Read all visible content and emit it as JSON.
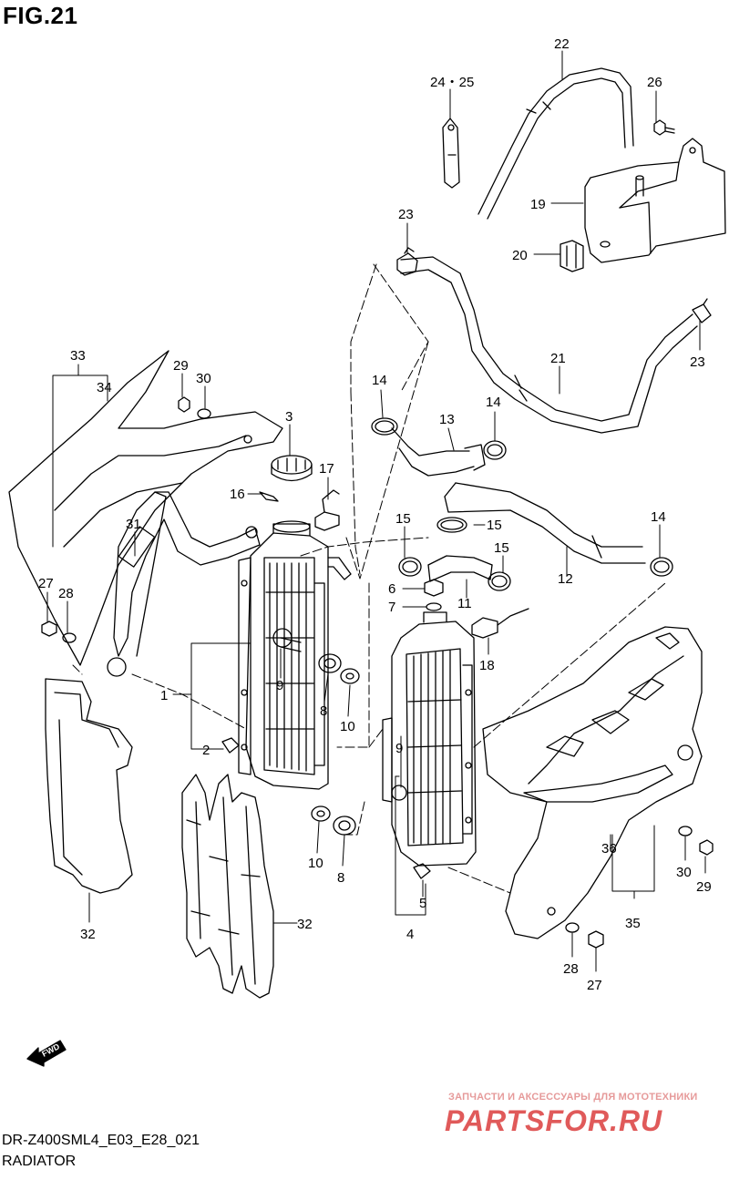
{
  "figure": {
    "title": "FIG.21",
    "model_code": "DR-Z400SML4_E03_E28_021",
    "caption": "RADIATOR"
  },
  "watermark": {
    "line1": "ЗАПЧАСТИ И АКСЕССУАРЫ ДЛЯ МОТОТЕХНИКИ",
    "line2": "PARTSFOR.RU"
  },
  "fwd_label": "FWD",
  "callouts": {
    "c1": "1",
    "c2": "2",
    "c3": "3",
    "c4": "4",
    "c5": "5",
    "c6": "6",
    "c7": "7",
    "c8a": "8",
    "c8b": "8",
    "c9a": "9",
    "c9b": "9",
    "c10a": "10",
    "c10b": "10",
    "c11": "11",
    "c12": "12",
    "c13": "13",
    "c14a": "14",
    "c14b": "14",
    "c14c": "14",
    "c15a": "15",
    "c15b": "15",
    "c15c": "15",
    "c16": "16",
    "c17": "17",
    "c18": "18",
    "c19": "19",
    "c20": "20",
    "c21": "21",
    "c22": "22",
    "c23a": "23",
    "c23b": "23",
    "c2425": "24・25",
    "c26": "26",
    "c27a": "27",
    "c27b": "27",
    "c28a": "28",
    "c28b": "28",
    "c29a": "29",
    "c29b": "29",
    "c30a": "30",
    "c30b": "30",
    "c31": "31",
    "c32a": "32",
    "c32b": "32",
    "c33": "33",
    "c34": "34",
    "c35": "35",
    "c36": "36"
  },
  "colors": {
    "line": "#000000",
    "background": "#ffffff",
    "watermark": "#e05a5a"
  }
}
